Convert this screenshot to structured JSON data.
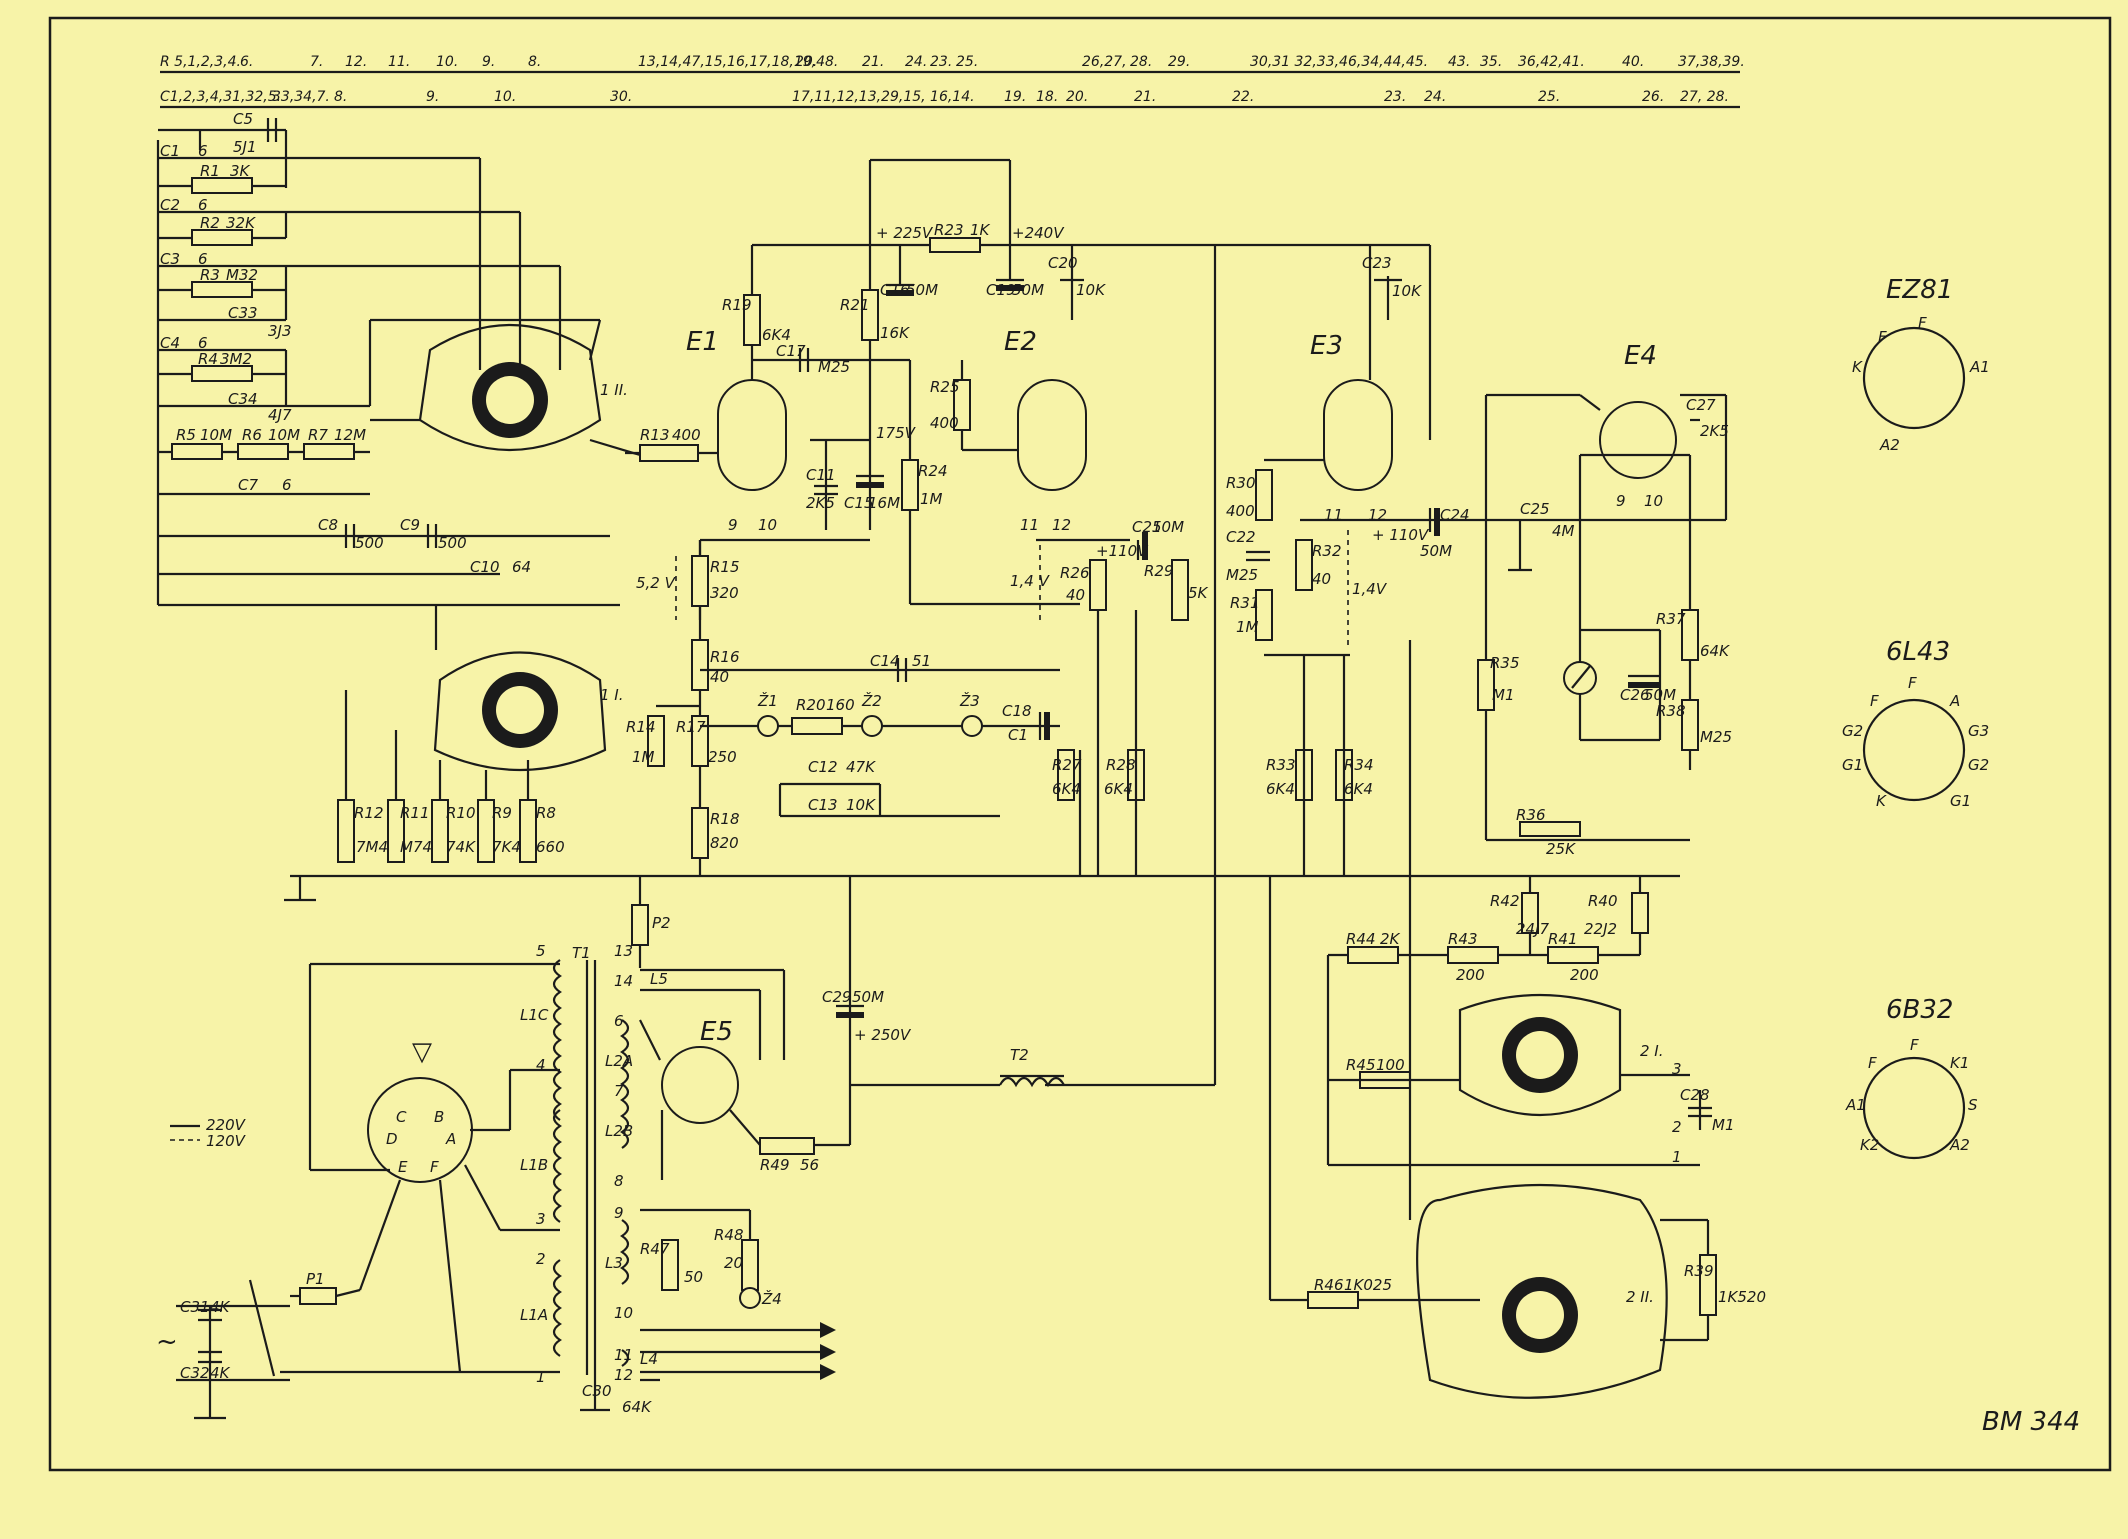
{
  "header": {
    "r_row": [
      "R 5,1,2,3,4.",
      "6.",
      "7.",
      "12.",
      "11.",
      "10.",
      "9.",
      "8.",
      "13,14,47,15,16,17,18,19,48.",
      "20.",
      "21.",
      "24.",
      "23.",
      "25.",
      "26,27,",
      "28.",
      "29.",
      "30,31 32,33,46,34,44,45.",
      "43.",
      "35.",
      "36,42,41.",
      "40.",
      "37,38,39."
    ],
    "c_row": [
      "C1,2,3,4,31,32,5.",
      "33,34,7.",
      "8.",
      "9.",
      "10.",
      "30.",
      "17,11,12,13,29,15, 16,14.",
      "19.",
      "18.",
      "20.",
      "21.",
      "22.",
      "23.",
      "24.",
      "25.",
      "26.",
      "27, 28."
    ]
  },
  "tubes": {
    "e1": "E1",
    "e2": "E2",
    "e3": "E3",
    "e4": "E4",
    "e5": "E5"
  },
  "tube_pins": {
    "e1": [
      "9",
      "10"
    ],
    "e2": [
      "11",
      "12"
    ],
    "e3": [
      "11",
      "12"
    ],
    "e4": [
      "9",
      "10"
    ]
  },
  "components": {
    "c5": "C5",
    "c5_val": "5J1",
    "c1": "C1",
    "c1_val": "6",
    "r1": "R1",
    "r1_val": "3K",
    "c2": "C2",
    "c2_val": "6",
    "r2": "R2",
    "r2_val": "32K",
    "c3": "C3",
    "c3_val": "6",
    "r3": "R3",
    "r3_val": "M32",
    "c33": "C33",
    "c33_val": "3J3",
    "c4": "C4",
    "c4_val": "6",
    "r4": "R4",
    "r4_val": "3M2",
    "c34": "C34",
    "c34_val": "4J7",
    "r5": "R5",
    "r5_val": "10M",
    "r6": "R6",
    "r6_val": "10M",
    "r7": "R7",
    "r7_val": "12M",
    "c7": "C7",
    "c7_val": "6",
    "c8": "C8",
    "c8_val": "500",
    "c9": "C9",
    "c9_val": "500",
    "c10": "C10",
    "c10_val": "64",
    "r13": "R13",
    "r13_val": "400",
    "r19": "R19",
    "r19_val": "6K4",
    "c17": "C17",
    "c17_val": "M25",
    "r21": "R21",
    "r21_val": "16K",
    "c16": "C16",
    "c16_val": "50M",
    "r23": "R23",
    "r23_val": "1K",
    "c19": "C19",
    "c19_val": "50M",
    "c20": "C20",
    "c20_val": "10K",
    "c23": "C23",
    "c23_val": "10K",
    "r25": "R25",
    "r25_val": "400",
    "r24": "R24",
    "r24_val": "1M",
    "c11": "C11",
    "c11_val": "2K5",
    "c15": "C15",
    "c15_val": "16M",
    "r15": "R15",
    "r15_val": "320",
    "r16": "R16",
    "r16_val": "40",
    "c14": "C14",
    "c14_val": "51",
    "r14": "R14",
    "r14_val": "1M",
    "r17": "R17",
    "r17_val": "250",
    "z1": "Ž1",
    "r20": "R20",
    "r20_val": "160",
    "z2": "Ž2",
    "z3": "Ž3",
    "c18": "C18",
    "c1b": "C1",
    "c12": "C12",
    "c12_val": "47K",
    "c13": "C13",
    "c13_val": "10K",
    "r18": "R18",
    "r18_val": "820",
    "r26": "R26",
    "r26_val": "40",
    "r27": "R27",
    "r27_val": "6K4",
    "r28": "R28",
    "r28_val": "6K4",
    "c21": "C21",
    "c21_val": "50M",
    "r29": "R29",
    "r29_val": "5K",
    "c22": "C22",
    "c22_val": "M25",
    "r30": "R30",
    "r30_val": "400",
    "r31": "R31",
    "r31_val": "1M",
    "r32": "R32",
    "r32_val": "40",
    "r33": "R33",
    "r33_val": "6K4",
    "r34": "R34",
    "r34_val": "6K4",
    "c24": "C24",
    "c24_val": "50M",
    "c25": "C25",
    "c25_val": "4M",
    "c27": "C27",
    "c27_val": "2K5",
    "r35": "R35",
    "r35_val": "M1",
    "c26": "C26",
    "c26_val": "50M",
    "r37": "R37",
    "r37_val": "64K",
    "r38": "R38",
    "r38_val": "M25",
    "r36": "R36",
    "r36_val": "25K",
    "r12": "R12",
    "r12_val": "7M4",
    "r11": "R11",
    "r11_val": "M74",
    "r10": "R10",
    "r10_val": "74K",
    "r9": "R9",
    "r9_val": "7K4",
    "r8": "R8",
    "r8_val": "660",
    "p2": "P2",
    "l5": "L5",
    "c29": "C29",
    "c29_val": "50M",
    "t1": "T1",
    "t2": "T2",
    "l1c": "L1C",
    "l2a": "L2A",
    "l2b": "L2B",
    "l1b": "L1B",
    "l3": "L3",
    "l1a": "L1A",
    "l4": "L4",
    "r49": "R49",
    "r49_val": "56",
    "r47": "R47",
    "r47_val": "50",
    "r48": "R48",
    "r48_val": "20",
    "z4": "Ž4",
    "p1": "P1",
    "c31": "C31",
    "c31_val": "4K",
    "c32": "C32",
    "c32_val": "4K",
    "c30": "C30",
    "c30_val": "64K",
    "r42": "R42",
    "r42_val": "24J7",
    "r40": "R40",
    "r40_val": "22J2",
    "r44": "R44",
    "r44_val": "2K",
    "r43": "R43",
    "r43_val": "200",
    "r41": "R41",
    "r41_val": "200",
    "r45": "R45",
    "r45_val": "100",
    "c28": "C28",
    "c28_val": "M1",
    "r46": "R46",
    "r46_val": "1K025",
    "r39": "R39",
    "r39_val": "1K520"
  },
  "voltages": {
    "v225": "+ 225V",
    "v240": "+240V",
    "v175": "175V",
    "v5_2": "5,2 V",
    "v1_4a": "1,4 V",
    "v110a": "+110V",
    "v110b": "+ 110V",
    "v1_4b": "1,4V",
    "v250": "+ 250V"
  },
  "switch_labels": {
    "s1": "1 II.",
    "s2": "1 I.",
    "s3": "2 I.",
    "s4": "2 II."
  },
  "transformer_pins": [
    "5",
    "13",
    "14",
    "6",
    "4",
    "7",
    "8",
    "3",
    "9",
    "2",
    "10",
    "11",
    "1",
    "12"
  ],
  "selector": {
    "letters": [
      "C",
      "B",
      "D",
      "A",
      "E",
      "F"
    ],
    "triangle": "▽"
  },
  "switch_terms": [
    "3",
    "2",
    "1"
  ],
  "mains": {
    "l220": "220V",
    "l120": "120V",
    "tilde": "~"
  },
  "pinouts": {
    "ez81": {
      "title": "EZ81",
      "pins": [
        "F",
        "F",
        "K",
        "A1",
        "A2"
      ]
    },
    "6l43": {
      "title": "6L43",
      "pins": [
        "F",
        "F",
        "A",
        "G2",
        "G3",
        "G1",
        "G2",
        "K",
        "G1"
      ]
    },
    "6b32": {
      "title": "6B32",
      "pins": [
        "F",
        "F",
        "K1",
        "A1",
        "S",
        "K2",
        "A2"
      ]
    }
  },
  "drawing_no": "BM 344"
}
